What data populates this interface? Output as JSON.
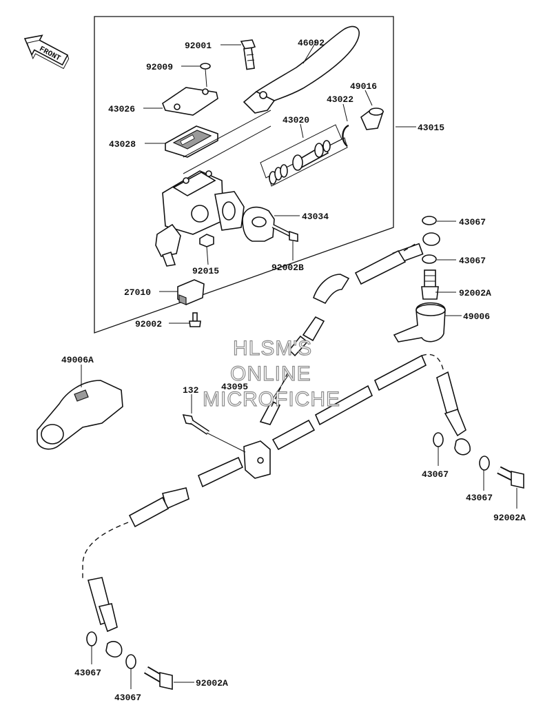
{
  "front_label": "FRONT",
  "watermark": [
    "HLSM'S",
    "ONLINE",
    "MICROFICHE"
  ],
  "parts": {
    "p92001": "92001",
    "p46092": "46092",
    "p92009": "92009",
    "p43026": "43026",
    "p49016": "49016",
    "p43022": "43022",
    "p43015": "43015",
    "p43020": "43020",
    "p43028": "43028",
    "p43034": "43034",
    "p92015": "92015",
    "p92002B": "92002B",
    "p27010": "27010",
    "p92002": "92002",
    "p43067_a": "43067",
    "p43067_b": "43067",
    "p92002A_a": "92002A",
    "p49006": "49006",
    "p49006A": "49006A",
    "p43095": "43095",
    "p132": "132",
    "p43067_c": "43067",
    "p43067_d": "43067",
    "p92002A_b": "92002A",
    "p43067_e": "43067",
    "p43067_f": "43067",
    "p92002A_c": "92002A"
  }
}
